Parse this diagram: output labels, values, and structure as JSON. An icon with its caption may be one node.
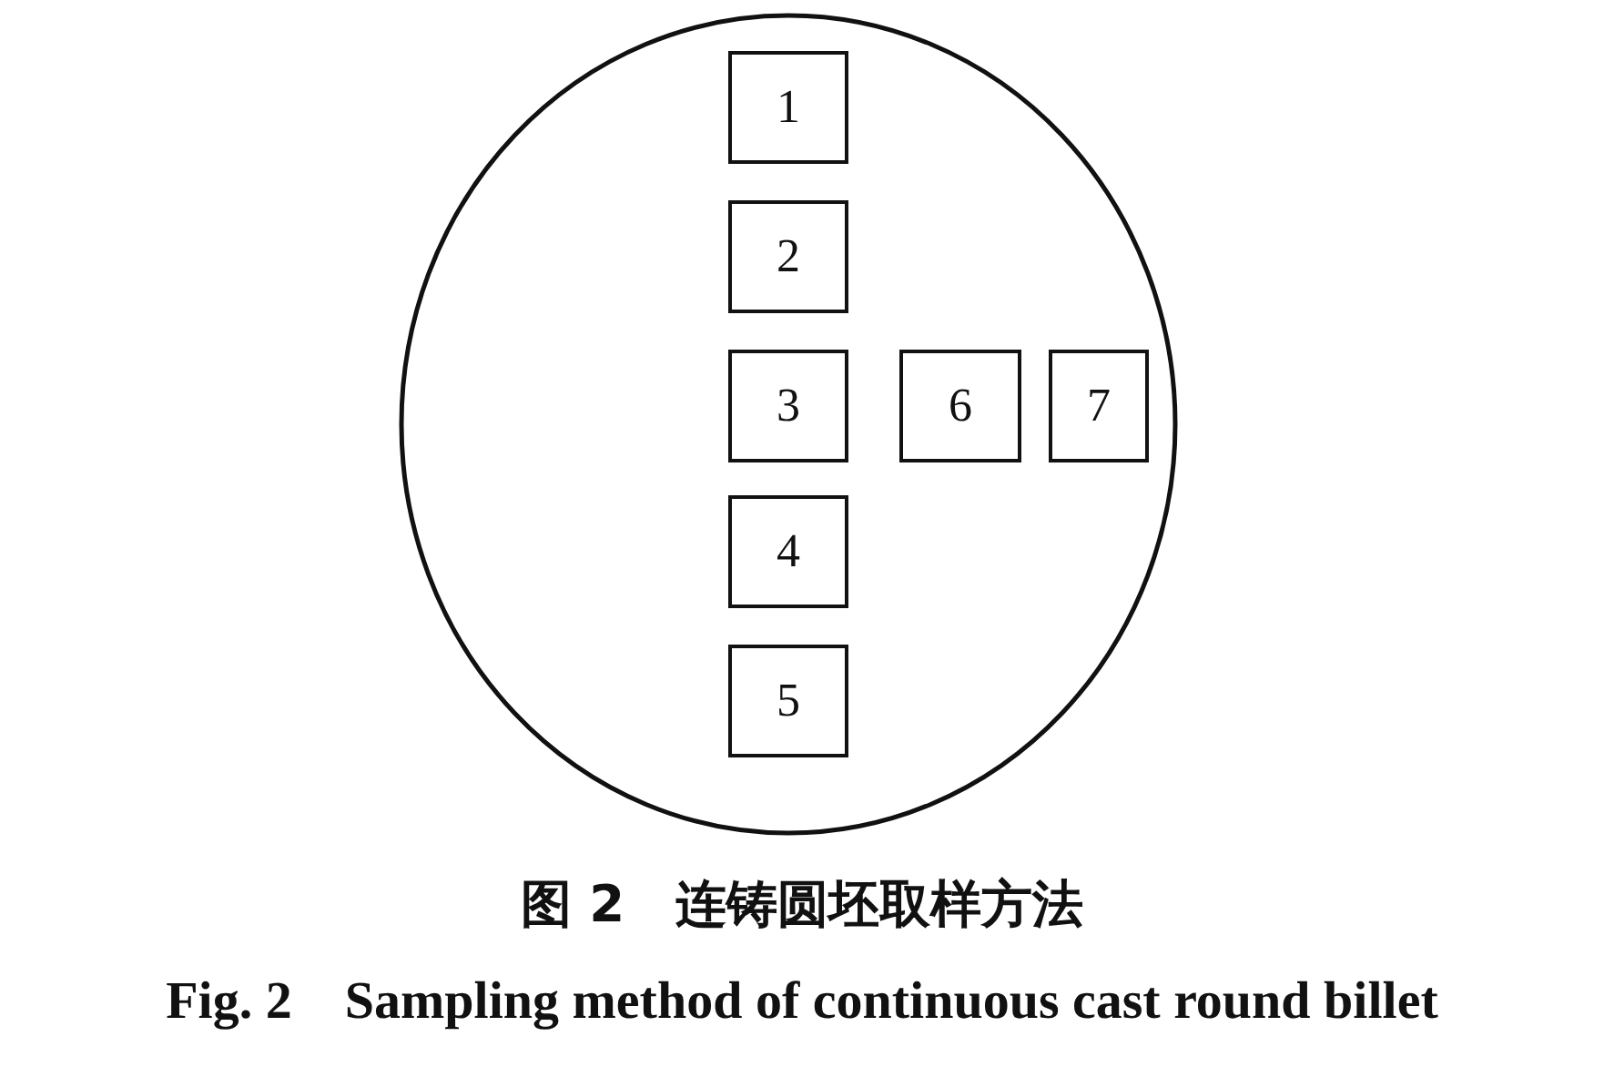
{
  "diagram": {
    "caption": "图 2　连铸圆坯取样方法",
    "nodes": [
      {
        "text": [],
        "shape": "circle"
      },
      {
        "text": [
          "1"
        ],
        "in": 0
      },
      {
        "text": [
          "2"
        ],
        "in": 0
      },
      {
        "text": [
          "3"
        ],
        "in": 0
      },
      {
        "text": [
          "6"
        ],
        "in": 0
      },
      {
        "text": [
          "7"
        ],
        "in": 0
      },
      {
        "text": [
          "4"
        ],
        "in": 0
      },
      {
        "text": [
          "5"
        ],
        "in": 0
      }
    ],
    "labels": [
      "Fig. 2　Sampling method of continuous cast round billet"
    ]
  }
}
